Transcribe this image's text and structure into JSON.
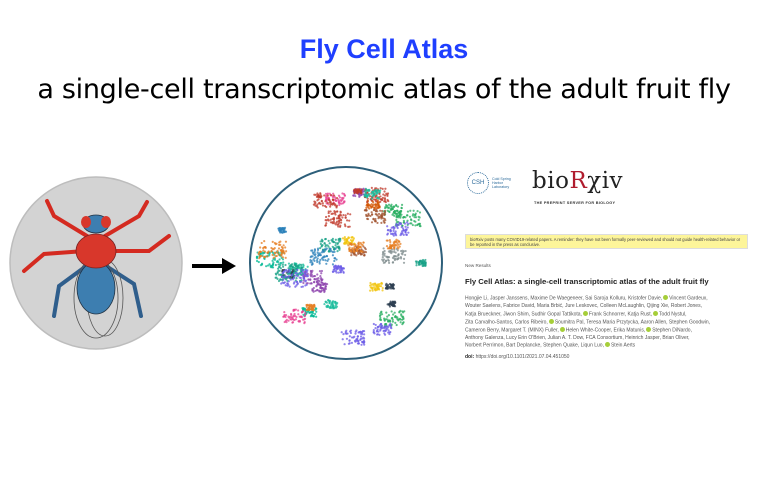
{
  "slide": {
    "title": "Fly Cell Atlas",
    "subtitle": "a single-cell transcriptomic atlas of the adult fruit fly"
  },
  "images": {
    "fly_illustration": "fly-diagram",
    "arrow": "right-arrow",
    "umap": "cell-atlas-umap"
  },
  "paper": {
    "csh_logo": "CSH",
    "csh_text": "Cold Spring Harbor Laboratory",
    "brand_prefix": "bio",
    "brand_r": "R",
    "brand_suffix": "χiv",
    "tagline": "THE PREPRINT SERVER FOR BIOLOGY",
    "notice": "bioRxiv posts many COVID19-related papers. A reminder: they have not been formally peer-reviewed and should not guide health-related behavior or be reported in the press as conclusive.",
    "section": "New Results",
    "title": "Fly Cell Atlas: a single-cell transcriptomic atlas of the adult fruit fly",
    "author_lines": [
      [
        "Hongjie Li, Jasper Janssens, Maxime De Waegeneer, Sai Saroja Kolluru, Kristofer Davie,",
        "Vincent Gardeux,"
      ],
      [
        "Wouter Saelens, Fabrice David, Maria Brbić, Jure Leskovec, Colleen McLaughlin, Qijing Xie, Robert Jones,"
      ],
      [
        "Katja Brueckner, Jiwon Shim, Sudhir Gopal Tattikota,",
        "Frank Schnorrer, Katja Rust,",
        "Todd Nystul,"
      ],
      [
        "Zita Carvalho-Santos, Carlos Ribeiro,",
        "Soumitra Pal, Teresa Maria Przytycka, Aaron Allen, Stephen Goodwin,"
      ],
      [
        "Cameron Berry, Margaret T. (MINX) Fuller,",
        "Helen White-Cooper, Erika Matunis,",
        "Stephen DiNardo,"
      ],
      [
        "Anthony Galenza, Lucy Erin O'Brien, Julian A. T. Dow, FCA Consortium, Heinrich Jasper, Brian Oliver,"
      ],
      [
        "Norbert Perrimon, Bart Deplancke, Stephen Quake, Liqun Luo,",
        "Stein Aerts"
      ]
    ],
    "doi_label": "doi:",
    "doi": "https://doi.org/10.1101/2021.07.04.451050"
  },
  "colors": {
    "title": "#1f3fff",
    "notice_bg": "#fdf59a",
    "orcid": "#a6ce39",
    "brand_r": "#b01c2e"
  }
}
